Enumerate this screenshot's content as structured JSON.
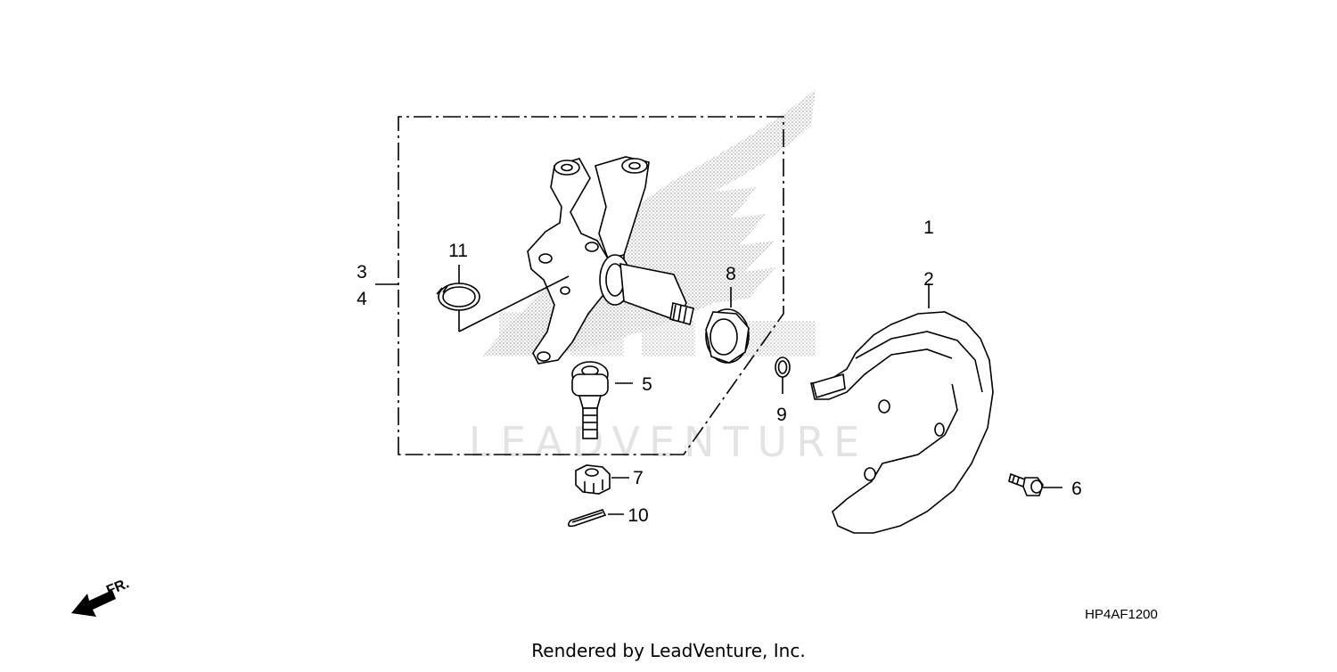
{
  "diagram": {
    "callouts": {
      "c1": "1",
      "c2": "2",
      "c3": "3",
      "c4": "4",
      "c5": "5",
      "c6": "6",
      "c7": "7",
      "c8": "8",
      "c9": "9",
      "c10": "10",
      "c11": "11"
    },
    "diagram_code": "HP4AF1200",
    "front_marker": "FR.",
    "watermark": "LEADVENTURE",
    "footer": "Rendered by LeadVenture, Inc."
  }
}
